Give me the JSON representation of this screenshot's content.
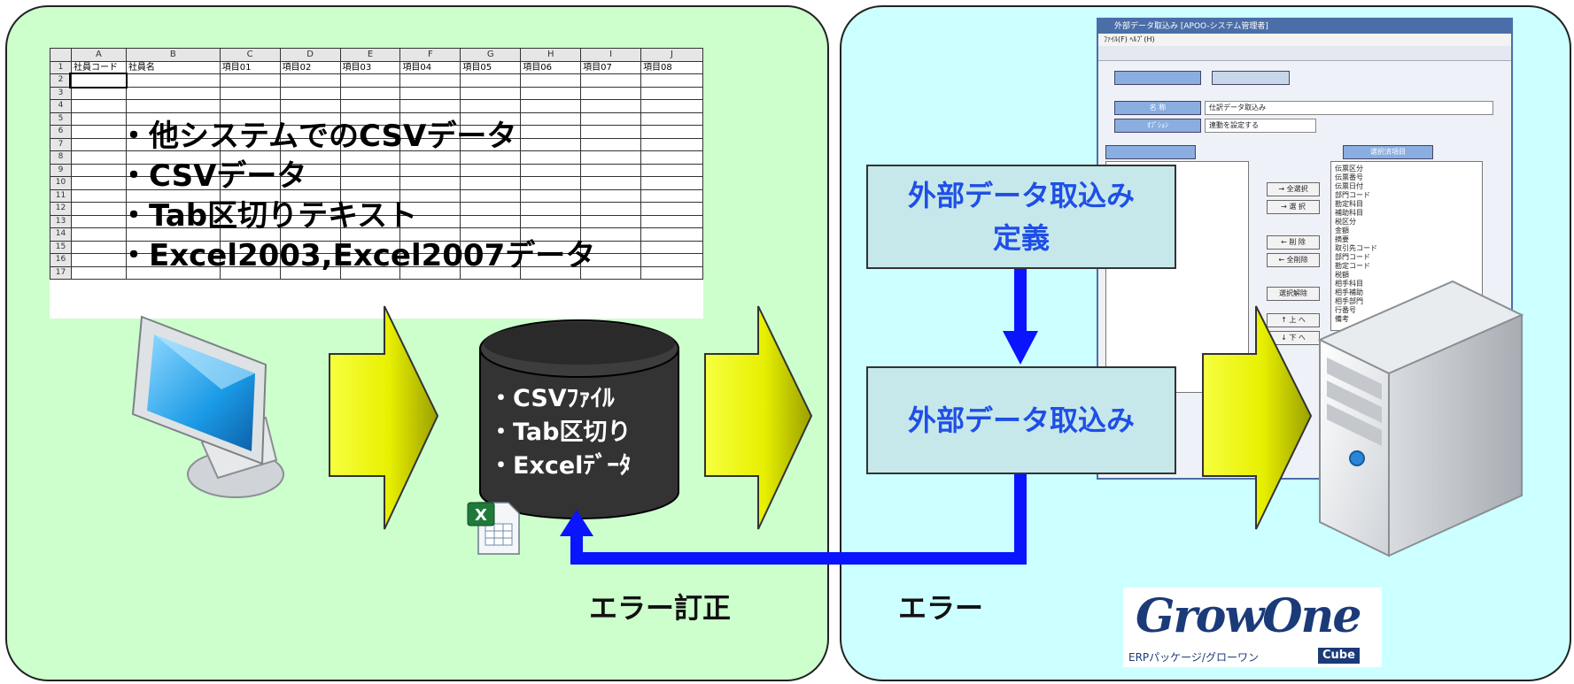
{
  "spreadsheet": {
    "columns": [
      "A",
      "B",
      "C",
      "D",
      "E",
      "F",
      "G",
      "H",
      "I",
      "J"
    ],
    "header_row": [
      "社員コード",
      "社員名",
      "項目01",
      "項目02",
      "項目03",
      "項目04",
      "項目05",
      "項目06",
      "項目07",
      "項目08"
    ],
    "row_numbers": [
      "1",
      "2",
      "3",
      "4",
      "5",
      "6",
      "7",
      "8",
      "9",
      "10",
      "11",
      "12",
      "13",
      "14",
      "15",
      "16",
      "17"
    ]
  },
  "source_formats": [
    "・他システムでのCSVデータ",
    "・CSVデータ",
    "・Tab区切りテキスト",
    "・Excel2003,Excel2007データ"
  ],
  "database_lines": [
    "・CSVﾌｧｲﾙ",
    "・Tab区切り",
    "・Excelﾃﾞｰﾀ"
  ],
  "steps": {
    "define_line1": "外部データ取込み",
    "define_line2": "定義",
    "import": "外部データ取込み"
  },
  "labels": {
    "error_correction": "エラー訂正",
    "error": "エラー"
  },
  "app_window": {
    "title": "外部データ取込み [APOO-システム管理者]",
    "menu": "ﾌｧｲﾙ(F)  ﾍﾙﾌﾟ(H)",
    "name_label": "名 称",
    "name_value": "仕訳データ取込み",
    "option_label": "ｵﾌﾟｼｮﾝ",
    "option_value": "連動を設定する",
    "selected_header": "選択済項目",
    "buttons": [
      "→ 全選択",
      "→ 選 択",
      "← 削 除",
      "← 全削除",
      "選択解除",
      "↑ 上 へ",
      "↓ 下 へ"
    ],
    "list_items": [
      "伝票区分",
      "伝票番号",
      "伝票日付",
      "部門コード",
      "勘定科目",
      "補助科目",
      "税区分",
      "金額",
      "摘要",
      "取引先コード",
      "部門コード",
      "勘定コード",
      "税額",
      "相手科目",
      "相手補助",
      "相手部門",
      "行番号",
      "備考"
    ]
  },
  "logo": {
    "wordmark": "GrowOne",
    "subtitle": "ERPパッケージ/グローワン",
    "badge": "Cube"
  },
  "colors": {
    "left_panel": "#ccffcc",
    "right_panel": "#ccffff",
    "arrow_fill": "#e8f000",
    "flow_arrow": "#0a14ff",
    "step_box": "#c6e8ea",
    "step_text": "#1f4fe6"
  }
}
